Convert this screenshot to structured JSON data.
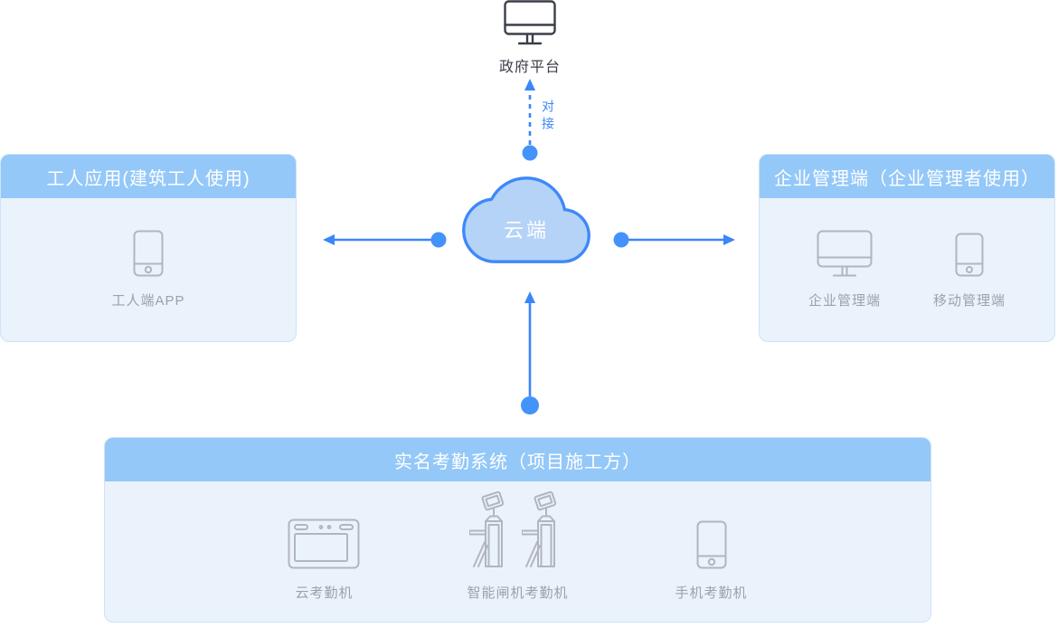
{
  "colors": {
    "accent_blue": "#3B86F8",
    "dot_blue": "#4493FA",
    "cloud_fill": "#B4D3F6",
    "cloud_stroke": "#3E88F9",
    "panel_header_bg": "#94C8F8",
    "panel_body_bg": "#EAF2FC",
    "panel_border": "#CDE2F9",
    "icon_gray": "#B2B6BC",
    "label_gray": "#9DA2A9",
    "dark_gray": "#3A3F48"
  },
  "government": {
    "label": "政府平台",
    "icon": "monitor-icon"
  },
  "link_label": "对接",
  "cloud": {
    "label": "云端",
    "icon": "cloud-icon"
  },
  "panels": {
    "left": {
      "title": "工人应用(建筑工人使用)",
      "items": [
        {
          "label": "工人端APP",
          "icon": "smartphone-icon"
        }
      ]
    },
    "right": {
      "title": "企业管理端（企业管理者使用）",
      "items": [
        {
          "label": "企业管理端",
          "icon": "monitor-icon"
        },
        {
          "label": "移动管理端",
          "icon": "smartphone-icon"
        }
      ]
    },
    "bottom": {
      "title": "实名考勤系统（项目施工方）",
      "items": [
        {
          "label": "云考勤机",
          "icon": "attendance-terminal-icon"
        },
        {
          "label": "智能闸机考勤机",
          "icon": "turnstile-gate-icon"
        },
        {
          "label": "手机考勤机",
          "icon": "smartphone-icon"
        }
      ]
    }
  }
}
